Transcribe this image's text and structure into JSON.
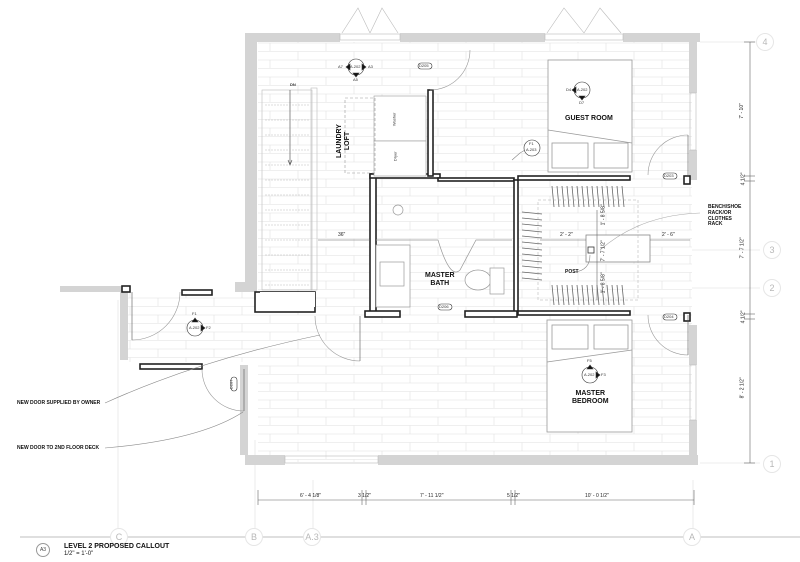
{
  "drawing": {
    "title": "LEVEL 2 PROPOSED CALLOUT",
    "scale": "1/2\" = 1'-0\"",
    "callout_id": "A3"
  },
  "rooms": {
    "laundry": "LAUNDRY\nLOFT",
    "guest": "GUEST ROOM",
    "master_bath": "MASTER\nBATH",
    "master_bedroom": "MASTER\nBEDROOM"
  },
  "fixtures": {
    "washer": "Washer",
    "dryer": "Dryer",
    "stairs_dir": "DN",
    "post": "POST"
  },
  "notes": {
    "bench": "BENCH/SHOE\nRACK/OR\nCLOTHES\nRACK",
    "new_door_owner": "NEW DOOR SUPPLIED BY OWNER",
    "new_door_deck": "NEW DOOR TO 2ND FLOOR DECK"
  },
  "grid": {
    "columns": [
      "C",
      "B",
      "A.3",
      "A"
    ],
    "rows": [
      "4",
      "3",
      "2",
      "1"
    ]
  },
  "dimensions": {
    "bottom": [
      "6' - 4 1/8\"",
      "3 1/2\"",
      "7' - 11 1/2\"",
      "5 1/2\"",
      "10' - 0 1/2\""
    ],
    "right": [
      "7' - 10\"",
      "4 1/2\"",
      "7' - 7 1/2\"",
      "4 1/2\"",
      "8' - 2 1/2\""
    ],
    "stair_clear": "36\"",
    "closet_left": "2' - 2\"",
    "closet_right": "2' - 6\"",
    "closet_v1": "1' - 8 5/8\"",
    "closet_v2": "7' - 7 1/2\"",
    "closet_v3": "1' - 8 5/8\""
  },
  "tags": {
    "elev_top": {
      "ref": "A.202",
      "left": "A7",
      "right": "A3",
      "bottom": "A5"
    },
    "elev_guest": {
      "ref": "A.202",
      "left": "D4",
      "bottom": "D7"
    },
    "elev_hall": {
      "ref": "A.202",
      "top": "F1",
      "right": "F2"
    },
    "elev_bedroom": {
      "ref": "A.202",
      "top": "F5",
      "right": "F3"
    },
    "detail_bath": {
      "num": "F1",
      "ref": "A.203"
    },
    "doors": [
      "D205",
      "D203",
      "D204",
      "D206",
      "D207"
    ]
  },
  "colors": {
    "wall_existing": "#d4d4d4",
    "wall_new": "#222222",
    "floor_line": "#d8d8d8",
    "grid_line": "#e2e2e2"
  }
}
